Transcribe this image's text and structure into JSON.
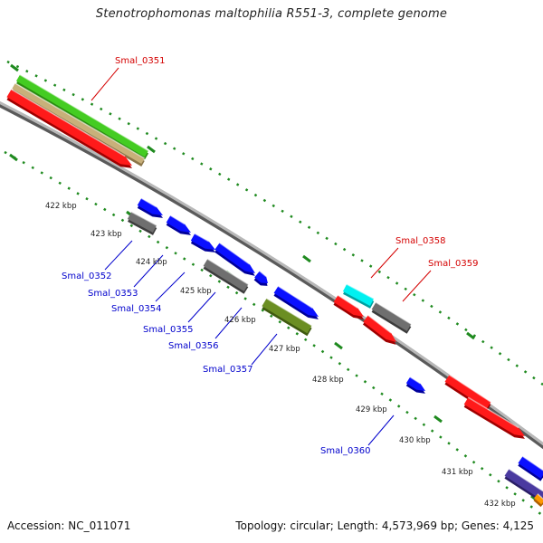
{
  "title": "Stenotrophomonas maltophilia R551-3, complete genome",
  "footer": {
    "accession": "Accession: NC_011071",
    "summary": "Topology: circular; Length: 4,573,969 bp; Genes: 4,125"
  },
  "colors": {
    "backbone": "#8a8a8a",
    "ticks": "#1f8a1f",
    "label_red": "#d40000",
    "label_blue": "#0000cc"
  },
  "ticks": [
    {
      "kbp": 422,
      "label": "422 kbp"
    },
    {
      "kbp": 423,
      "label": "423 kbp"
    },
    {
      "kbp": 424,
      "label": "424 kbp"
    },
    {
      "kbp": 425,
      "label": "425 kbp"
    },
    {
      "kbp": 426,
      "label": "426 kbp"
    },
    {
      "kbp": 427,
      "label": "427 kbp"
    },
    {
      "kbp": 428,
      "label": "428 kbp"
    },
    {
      "kbp": 429,
      "label": "429 kbp"
    },
    {
      "kbp": 430,
      "label": "430 kbp"
    },
    {
      "kbp": 431,
      "label": "431 kbp"
    },
    {
      "kbp": 432,
      "label": "432 kbp"
    }
  ],
  "gene_labels": [
    {
      "name": "Smal_0351",
      "color": "red"
    },
    {
      "name": "Smal_0352",
      "color": "blue"
    },
    {
      "name": "Smal_0353",
      "color": "blue"
    },
    {
      "name": "Smal_0354",
      "color": "blue"
    },
    {
      "name": "Smal_0355",
      "color": "blue"
    },
    {
      "name": "Smal_0356",
      "color": "blue"
    },
    {
      "name": "Smal_0357",
      "color": "blue"
    },
    {
      "name": "Smal_0358",
      "color": "red"
    },
    {
      "name": "Smal_0359",
      "color": "red"
    },
    {
      "name": "Smal_0360",
      "color": "blue"
    }
  ]
}
